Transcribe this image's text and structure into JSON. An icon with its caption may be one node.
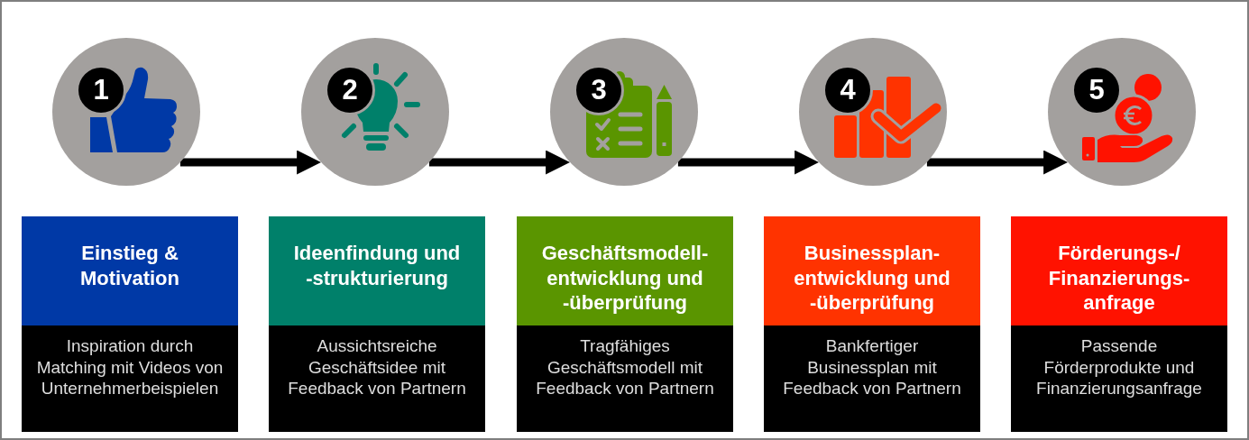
{
  "diagram": {
    "nodes": [
      {
        "text": [
          "1"
        ]
      },
      {
        "text": [
          "2"
        ]
      },
      {
        "text": [
          "3"
        ]
      },
      {
        "text": [
          "4"
        ]
      },
      {
        "text": [
          "5"
        ]
      },
      {
        "text": [
          "Einstieg & Motivation",
          "Inspiration durch Matching mit Videos von Unternehmerbeispielen"
        ]
      },
      {
        "text": [
          "Ideenfindung und -strukturierung",
          "Aussichtsreiche Geschäftsidee mit Feedback von Partnern"
        ]
      },
      {
        "text": [
          "Geschäftsmodell- entwicklung und -überprüfung",
          "Tragfähiges Geschäftsmodell mit Feedback von Partnern"
        ]
      },
      {
        "text": [
          "Businessplan- entwicklung und -überprüfung",
          "Bankfertiger Businessplan mit Feedback von Partnern"
        ]
      },
      {
        "text": [
          "Förderungs-/ Finanzierungs- anfrage",
          "Passende Förderprodukte und Finanzierungsanfrage"
        ]
      }
    ],
    "edges": [
      {
        "from": 0,
        "to": 1,
        "arrow": "to"
      },
      {
        "from": 1,
        "to": 2,
        "arrow": "to"
      },
      {
        "from": 2,
        "to": 3,
        "arrow": "to"
      },
      {
        "from": 3,
        "to": 4,
        "arrow": "to"
      }
    ]
  }
}
